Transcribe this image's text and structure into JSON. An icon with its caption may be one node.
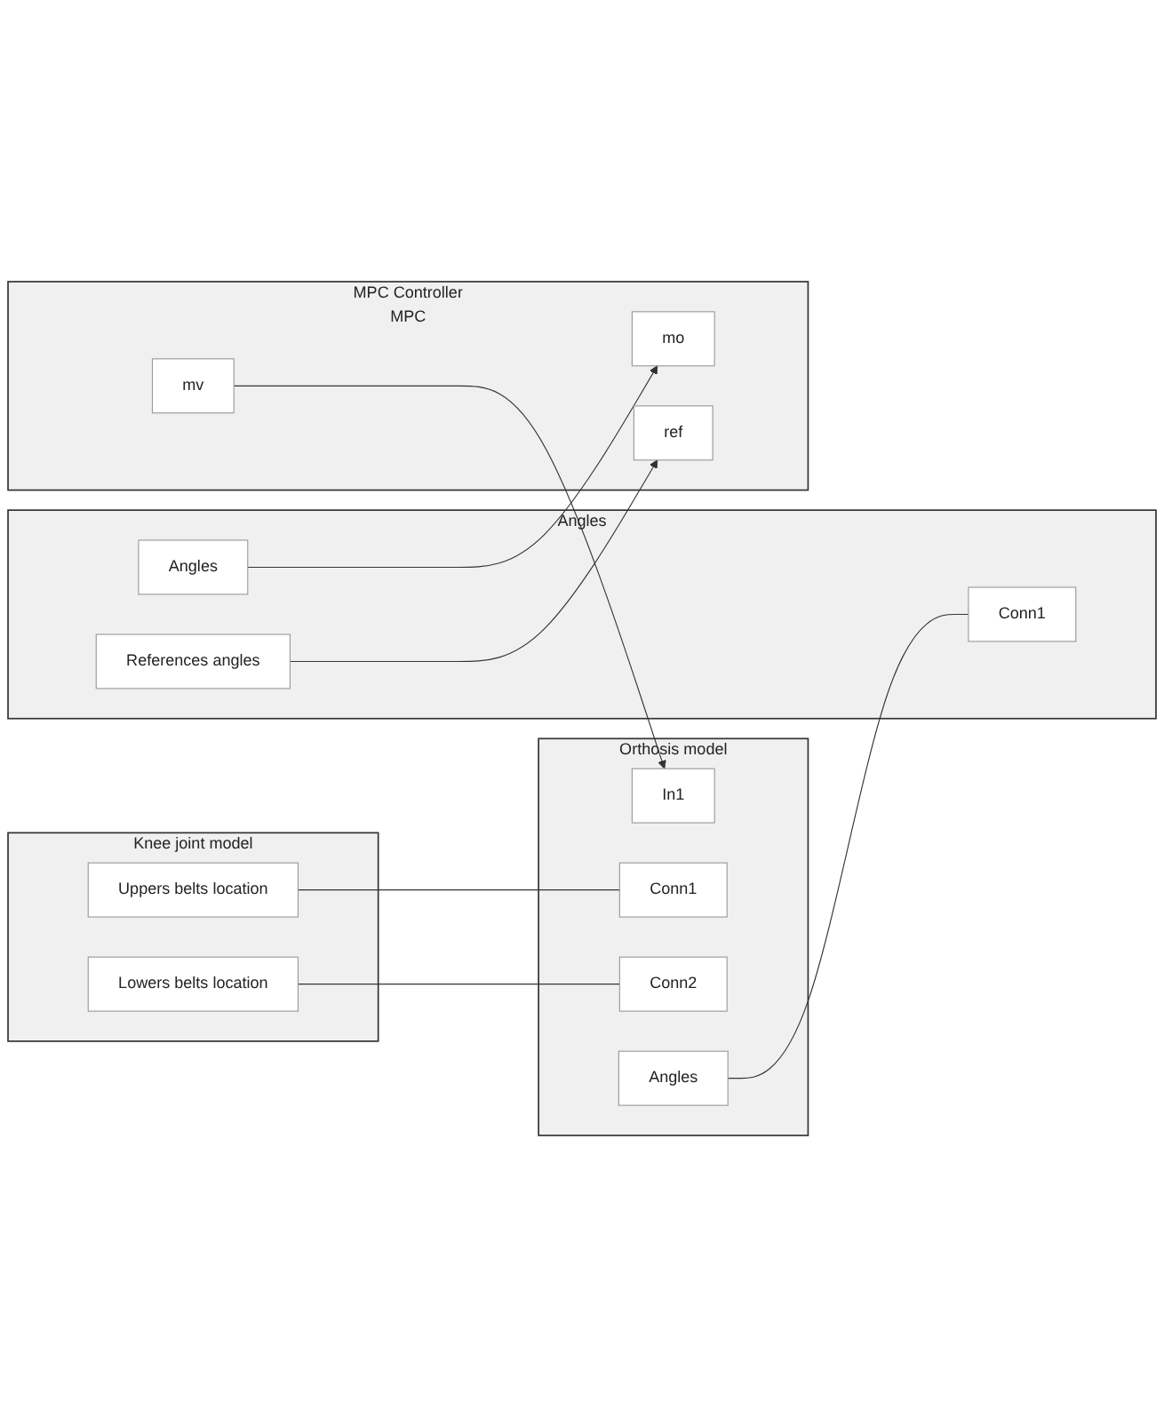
{
  "diagram": {
    "nodes": [
      {
        "text": [
          "Knee joint model"
        ]
      },
      {
        "text": [
          "Lowers belts location"
        ],
        "in": 0
      },
      {
        "text": [
          "Uppers belts location"
        ],
        "in": 0
      },
      {
        "text": [
          "Orthosis model"
        ]
      },
      {
        "text": [
          "In1"
        ],
        "in": 3
      },
      {
        "text": [
          "Conn1"
        ],
        "in": 3
      },
      {
        "text": [
          "Conn2"
        ],
        "in": 3
      },
      {
        "text": [
          "Angles"
        ],
        "in": 3
      },
      {
        "text": [
          "Angles"
        ]
      },
      {
        "text": [
          "Conn1"
        ],
        "in": 8
      },
      {
        "text": [
          "Angles"
        ],
        "in": 8
      },
      {
        "text": [
          "References angles"
        ],
        "in": 8
      },
      {
        "text": [
          "MPC Controller",
          "MPC"
        ]
      },
      {
        "text": [
          "mo"
        ],
        "in": 12
      },
      {
        "text": [
          "mv"
        ],
        "in": 12
      },
      {
        "text": [
          "ref"
        ],
        "in": 12
      }
    ],
    "edges": [
      {
        "from": 1,
        "to": 6,
        "arrow": "none"
      },
      {
        "from": 2,
        "to": 5,
        "arrow": "none"
      },
      {
        "from": 7,
        "to": 9,
        "arrow": "none"
      },
      {
        "from": 10,
        "to": 13,
        "arrow": "to"
      },
      {
        "from": 11,
        "to": 15,
        "arrow": "to"
      },
      {
        "from": 14,
        "to": 4,
        "arrow": "to"
      }
    ]
  }
}
